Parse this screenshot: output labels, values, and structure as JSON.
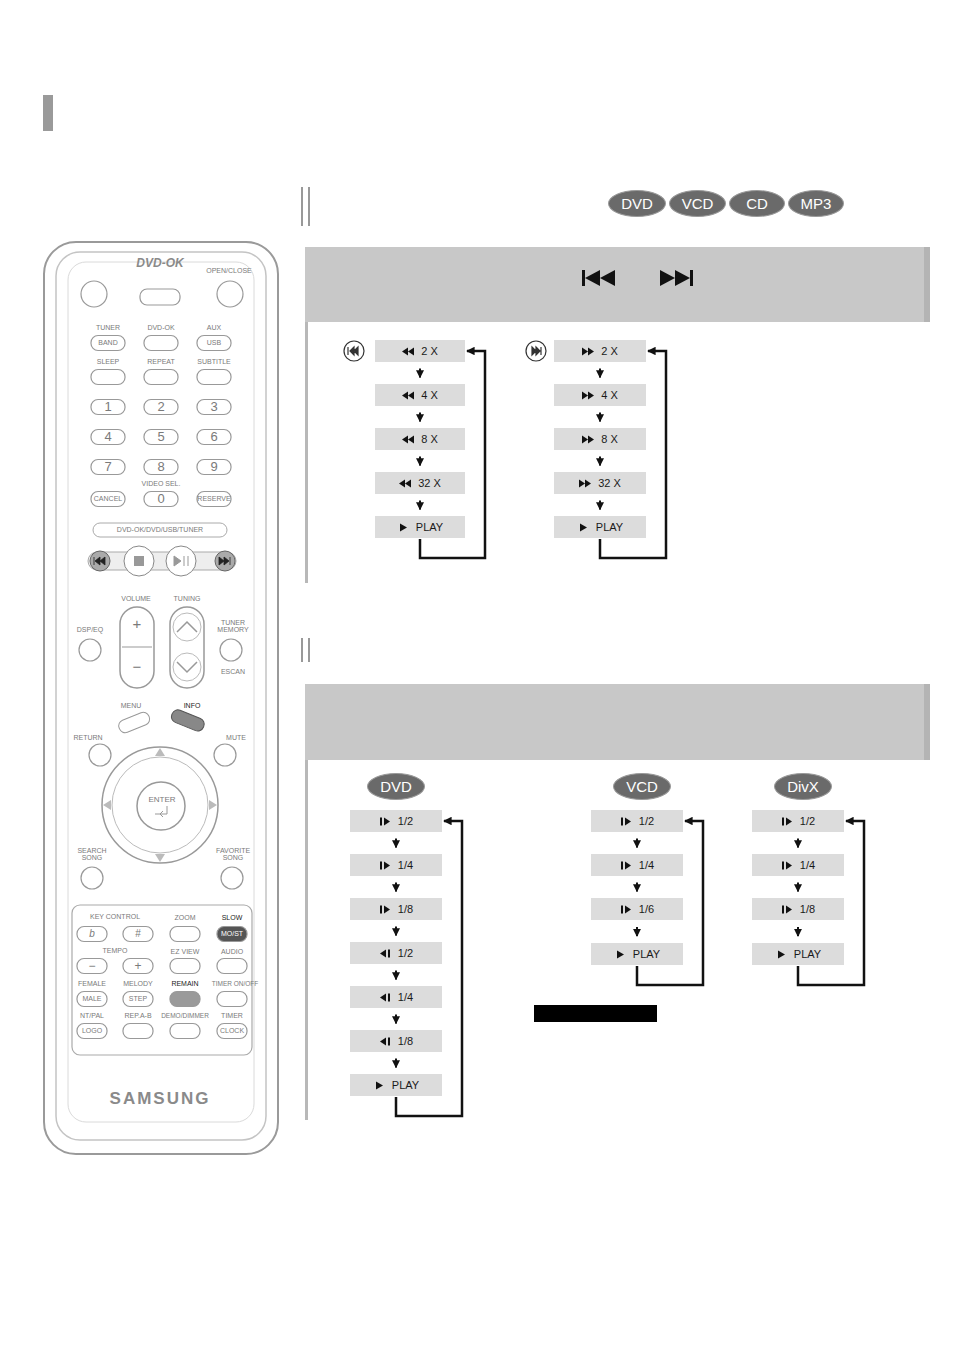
{
  "diagram": {
    "nodes": [
      {
        "text": [
          "DVD"
        ]
      },
      {
        "text": [
          "VCD"
        ]
      },
      {
        "text": [
          "CD"
        ]
      },
      {
        "text": [
          "MP3"
        ]
      },
      {
        "text": [
          "2 X"
        ]
      },
      {
        "text": [
          "4 X"
        ]
      },
      {
        "text": [
          "8 X"
        ]
      },
      {
        "text": [
          "32 X"
        ]
      },
      {
        "text": [
          "PLAY"
        ]
      },
      {
        "text": [
          "2 X"
        ]
      },
      {
        "text": [
          "4 X"
        ]
      },
      {
        "text": [
          "8 X"
        ]
      },
      {
        "text": [
          "32 X"
        ]
      },
      {
        "text": [
          "PLAY"
        ]
      },
      {
        "text": [
          "DVD"
        ]
      },
      {
        "text": [
          "1/2"
        ]
      },
      {
        "text": [
          "1/4"
        ]
      },
      {
        "text": [
          "1/8"
        ]
      },
      {
        "text": [
          "1/2"
        ]
      },
      {
        "text": [
          "1/4"
        ]
      },
      {
        "text": [
          "1/8"
        ]
      },
      {
        "text": [
          "PLAY"
        ]
      },
      {
        "text": [
          "VCD"
        ]
      },
      {
        "text": [
          "1/2"
        ]
      },
      {
        "text": [
          "1/4"
        ]
      },
      {
        "text": [
          "1/6"
        ]
      },
      {
        "text": [
          "PLAY"
        ]
      },
      {
        "text": [
          "DivX"
        ]
      },
      {
        "text": [
          "1/2"
        ]
      },
      {
        "text": [
          "1/4"
        ]
      },
      {
        "text": [
          "1/8"
        ]
      },
      {
        "text": [
          "PLAY"
        ]
      }
    ],
    "edges": [
      {
        "from": 4,
        "to": 5,
        "arrow": "to"
      },
      {
        "from": 5,
        "to": 6,
        "arrow": "to"
      },
      {
        "from": 6,
        "to": 7,
        "arrow": "to"
      },
      {
        "from": 7,
        "to": 8,
        "arrow": "to"
      },
      {
        "from": 8,
        "to": 4,
        "arrow": "to"
      },
      {
        "from": 9,
        "to": 10,
        "arrow": "to"
      },
      {
        "from": 10,
        "to": 11,
        "arrow": "to"
      },
      {
        "from": 11,
        "to": 12,
        "arrow": "to"
      },
      {
        "from": 12,
        "to": 13,
        "arrow": "to"
      },
      {
        "from": 13,
        "to": 9,
        "arrow": "to"
      },
      {
        "from": 15,
        "to": 16,
        "arrow": "to"
      },
      {
        "from": 16,
        "to": 17,
        "arrow": "to"
      },
      {
        "from": 17,
        "to": 18,
        "arrow": "to"
      },
      {
        "from": 18,
        "to": 19,
        "arrow": "to"
      },
      {
        "from": 19,
        "to": 20,
        "arrow": "to"
      },
      {
        "from": 20,
        "to": 21,
        "arrow": "to"
      },
      {
        "from": 21,
        "to": 15,
        "arrow": "to"
      },
      {
        "from": 23,
        "to": 24,
        "arrow": "to"
      },
      {
        "from": 24,
        "to": 25,
        "arrow": "to"
      },
      {
        "from": 25,
        "to": 26,
        "arrow": "to"
      },
      {
        "from": 26,
        "to": 23,
        "arrow": "to"
      },
      {
        "from": 28,
        "to": 29,
        "arrow": "to"
      },
      {
        "from": 29,
        "to": 30,
        "arrow": "to"
      },
      {
        "from": 30,
        "to": 31,
        "arrow": "to"
      },
      {
        "from": 31,
        "to": 28,
        "arrow": "to"
      }
    ],
    "labels": [
      "DVD-OK",
      "OPEN/CLOSE",
      "TUNER",
      "DVD-OK",
      "AUX",
      "BAND",
      "USB",
      "SLEEP",
      "REPEAT",
      "SUBTITLE",
      "1",
      "2",
      "3",
      "4",
      "5",
      "6",
      "7",
      "8",
      "9",
      "VIDEO SEL.",
      "CANCEL",
      "0",
      "RESERVE",
      "DVD-OK/DVD/USB/TUNER",
      "VOLUME",
      "TUNING",
      "+",
      "−",
      "DSP/EQ",
      "TUNER MEMORY",
      "ESCAN",
      "MENU",
      "INFO",
      "RETURN",
      "MUTE",
      "ENTER",
      "SEARCH SONG",
      "FAVORITE SONG",
      "KEY CONTROL",
      "ZOOM",
      "SLOW",
      "b",
      "#",
      "MO/ST",
      "TEMPO",
      "EZ VIEW",
      "AUDIO",
      "−",
      "+",
      "FEMALE",
      "MELODY",
      "REMAIN",
      "TIMER ON/OFF",
      "MALE",
      "STEP",
      "NT/PAL",
      "REP.A-B",
      "DEMO/DIMMER",
      "TIMER",
      "LOGO",
      "CLOCK",
      "SAMSUNG"
    ]
  }
}
